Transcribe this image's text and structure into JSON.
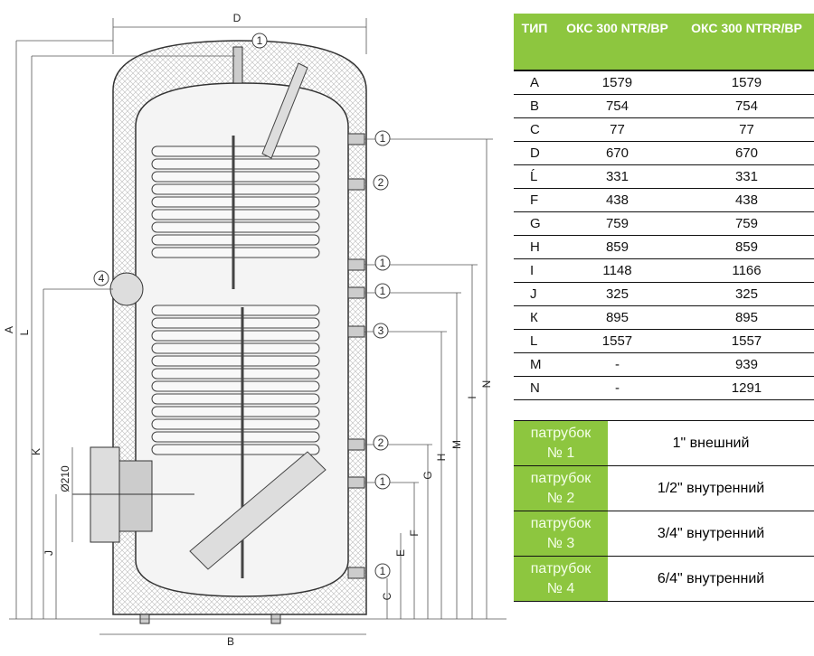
{
  "diagram": {
    "dims": {
      "D": "D",
      "A": "A",
      "L": "L",
      "K": "K",
      "J": "J",
      "dia": "Ø210",
      "B": "B",
      "C": "C",
      "E": "E",
      "F": "F",
      "G": "G",
      "H": "H",
      "M": "M",
      "I": "I",
      "N": "N"
    },
    "callouts": [
      "1",
      "1",
      "2",
      "1",
      "1",
      "3",
      "2",
      "1",
      "1",
      "4"
    ]
  },
  "spec_table": {
    "headers": [
      "ТИП",
      "ОКС 300 NTR/BP",
      "ОКС 300 NTRR/BP"
    ],
    "rows": [
      [
        "A",
        "1579",
        "1579"
      ],
      [
        "B",
        "754",
        "754"
      ],
      [
        "C",
        "77",
        "77"
      ],
      [
        "D",
        "670",
        "670"
      ],
      [
        "Ĺ",
        "331",
        "331"
      ],
      [
        "F",
        "438",
        "438"
      ],
      [
        "G",
        "759",
        "759"
      ],
      [
        "H",
        "859",
        "859"
      ],
      [
        "I",
        "1148",
        "1166"
      ],
      [
        "J",
        "325",
        "325"
      ],
      [
        "К",
        "895",
        "895"
      ],
      [
        "L",
        "1557",
        "1557"
      ],
      [
        "M",
        "-",
        "939"
      ],
      [
        "N",
        "-",
        "1291"
      ]
    ]
  },
  "fittings": [
    {
      "name": "патрубок",
      "num": "№ 1",
      "value": "1\" внешний"
    },
    {
      "name": "патрубок",
      "num": "№ 2",
      "value": "1/2\" внутренний"
    },
    {
      "name": "патрубок",
      "num": "№ 3",
      "value": "3/4\" внутренний"
    },
    {
      "name": "патрубок",
      "num": "№ 4",
      "value": "6/4\" внутренний"
    }
  ]
}
